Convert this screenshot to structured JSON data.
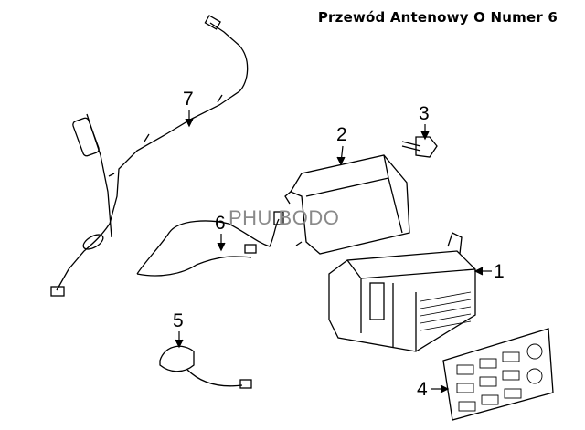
{
  "title": "Przewód Antenowy O Numer 6",
  "watermark": "PHU BODO",
  "callouts": [
    "1",
    "2",
    "3",
    "4",
    "5",
    "6",
    "7"
  ]
}
